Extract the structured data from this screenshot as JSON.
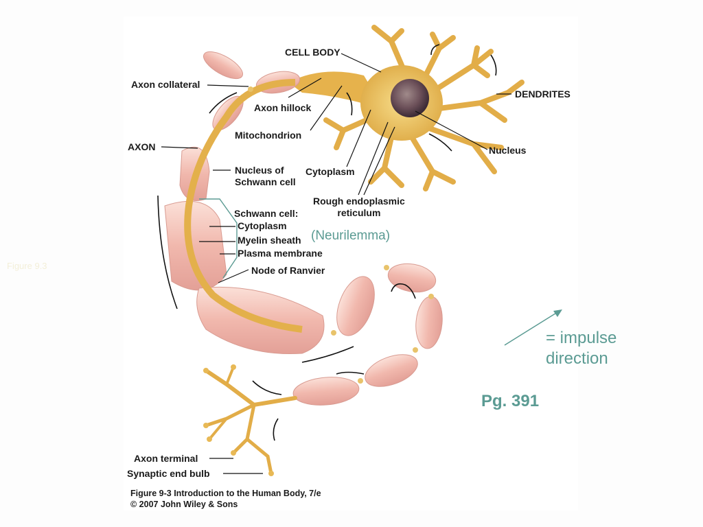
{
  "slide": {
    "figure_ghost_label": "Figure 9.3",
    "neurilemma_note": "(Neurilemma)",
    "legend_text_line1": "= impulse",
    "legend_text_line2": "direction",
    "page_reference": "Pg. 391"
  },
  "figure": {
    "labels": {
      "cell_body": "CELL BODY",
      "dendrites": "DENDRITES",
      "axon_collateral": "Axon collateral",
      "axon_hillock": "Axon hillock",
      "mitochondrion": "Mitochondrion",
      "axon": "AXON",
      "nucleus_of_schwann_line1": "Nucleus of",
      "nucleus_of_schwann_line2": "Schwann cell",
      "cytoplasm": "Cytoplasm",
      "nucleus": "Nucleus",
      "rough_er_line1": "Rough endoplasmic",
      "rough_er_line2": "reticulum",
      "schwann_cell": "Schwann cell:",
      "schwann_cytoplasm": "Cytoplasm",
      "myelin_sheath": "Myelin sheath",
      "plasma_membrane": "Plasma membrane",
      "node_of_ranvier": "Node of Ranvier",
      "axon_terminal": "Axon terminal",
      "synaptic_end_bulb": "Synaptic end bulb"
    },
    "caption_line1": "Figure 9-3  Introduction to the Human Body, 7/e",
    "caption_line2": "© 2007 John Wiley & Sons"
  },
  "colors": {
    "teal_accent": "#5b9b93",
    "myelin_pink": "#f2c1b8",
    "neuron_gold": "#e7b74e"
  }
}
